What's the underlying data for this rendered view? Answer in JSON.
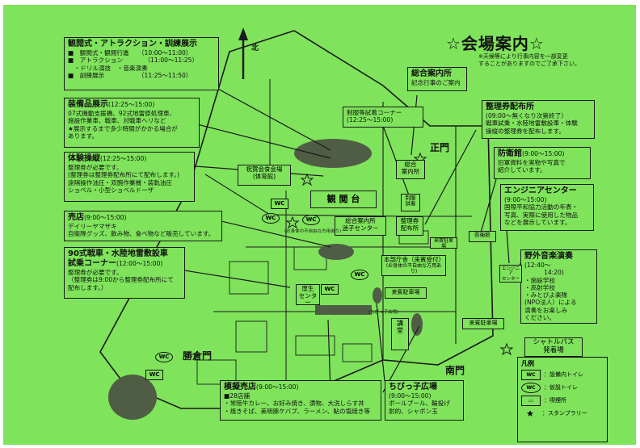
{
  "title": "☆会場案内☆",
  "notice": [
    "※天候等により行事内容を一部変更",
    "することがありますのでご了承下さい。"
  ],
  "north_label": "北",
  "gates": {
    "main": "正門",
    "south": "南門",
    "katsukura": "勝倉門"
  },
  "ceremony": {
    "title": "観閲式・アトラクション・訓練展示",
    "rows": [
      "■　観閲式・観閲行進　　（10:00～11:00）",
      "■　アトラクション　　　　（11:00～11:25）",
      "　・ドリル演技　・音楽演奏",
      "■　訓練展示　　　　　　（11:25～11:50）"
    ]
  },
  "equipment": {
    "title": "装備品展示",
    "time": "(12:25～15:00)",
    "rows": [
      "07式機動支援橋、92式地雷原処理車、",
      "施設作業車、戦車、対戦車ヘリなど",
      "★展示するまで多少時間がかかる場合が",
      "あります。"
    ]
  },
  "trial": {
    "title": "体験操縦",
    "time": "(12:25～15:00)",
    "rows": [
      "整理券が必要です。",
      "(整理券は整理券配布所にて配布します。)",
      "遠隔操作油圧・双腕作業機・装軌油圧",
      "ショベル・小型ショベルドーザ"
    ]
  },
  "shop": {
    "title": "売店",
    "time": "(9:00～15:00)",
    "rows": [
      "デイリーヤマザキ",
      "自衛隊グッズ、飲み物、食べ物など販売しています。"
    ]
  },
  "tank_ride": {
    "title": "90式戦車・水陸地雷敷設車",
    "title2": "試乗コーナー",
    "time": "(12:00～15:00)",
    "rows": [
      "整理券が必要です。",
      "（整理券は9:00から整理券配布所にて",
      "配布します。）"
    ]
  },
  "food_stalls": {
    "title": "模擬売店",
    "time": "(9:00～15:00)",
    "rows": [
      "■28店舗",
      "・常陸牛カレー、お好み焼き、漬物、大洗しらす丼",
      "・焼きそば、美明豚ケバブ、ラーメン、鮎の塩焼き等"
    ]
  },
  "kids": {
    "title": "ちびっ子広場",
    "time": "(9:00～15:00)",
    "rows": [
      "ボールプール、輪投げ",
      "射的、シャボン玉"
    ]
  },
  "info": {
    "title": "総合案内所",
    "sub": "記念行事のご案内"
  },
  "uniform": {
    "title": "制服等試着コーナー",
    "time": "(12:25～15:00)"
  },
  "ticket": {
    "title": "整理券配布所",
    "rows": [
      "(09:00～無くなり次第終了）",
      "戦車試乗・水陸地雷敷設車・体験",
      "操縦の整理券を配布します。"
    ]
  },
  "bousai": {
    "title": "防衛館",
    "time": "(9:00～15:00)",
    "rows": [
      "旧軍資料を実物や写真で",
      "紹介しています。"
    ]
  },
  "engineer": {
    "title": "エンジニアセンター",
    "time": "(9:00～15:00)",
    "rows": [
      "国際平和協力活動の年表・",
      "写真、実際に使用した物品",
      "などを展示しています。"
    ]
  },
  "concert": {
    "title": "野外音楽演奏",
    "time": "(12:40～",
    "time2": "14:20)",
    "rows": [
      "・施設学校",
      "・高射学校",
      "・みとびよ楽隊",
      "(NPO法人）による",
      "演奏をお楽しみ",
      "ください。"
    ]
  },
  "shuttle": {
    "line1": "シャトルバス",
    "line2": "発着場"
  },
  "map_labels": {
    "reviewing_stand": "観 閲 台",
    "guest_hall": "祝賀会食会場",
    "guest_hall2": "(体育館)",
    "info_station": "総合案内所",
    "info_station2": "迷子センター",
    "ticket_station": "整理券",
    "ticket_station2": "配布所",
    "info_small": "総合",
    "info_small2": "案内所",
    "uniform_small": "制服",
    "uniform_small2": "試着",
    "hq": "本部庁舎（来賓受付）",
    "hq_note": "(お身体の不自由な方用あり)",
    "guest_parking": "来賓駐車場",
    "guest_parking2": "来賓駐車場",
    "guest_parking3": "来賓駐車場",
    "welfare": "厚生",
    "welfare2": "センター",
    "lecture": "講",
    "lecture2": "堂",
    "engineer_small": "エンジニア",
    "engineer_small2": "センター",
    "bousai_small": "防衛館",
    "kids_small": "(ちびっ子広場)",
    "accessible_note": "(お身体の不自由な方用あり)"
  },
  "legend": {
    "title": "凡例",
    "items": [
      {
        "sym": "WC",
        "text": "：設備内トイレ"
      },
      {
        "sym": "WC",
        "text": "：仮設トイレ"
      },
      {
        "sym": "▭",
        "text": "：喫煙所"
      },
      {
        "sym": "★",
        "text": "：スタンプラリー"
      }
    ]
  },
  "colors": {
    "background": "#7fe35c",
    "line": "#1a1a1a",
    "field": "#4f5d45"
  }
}
